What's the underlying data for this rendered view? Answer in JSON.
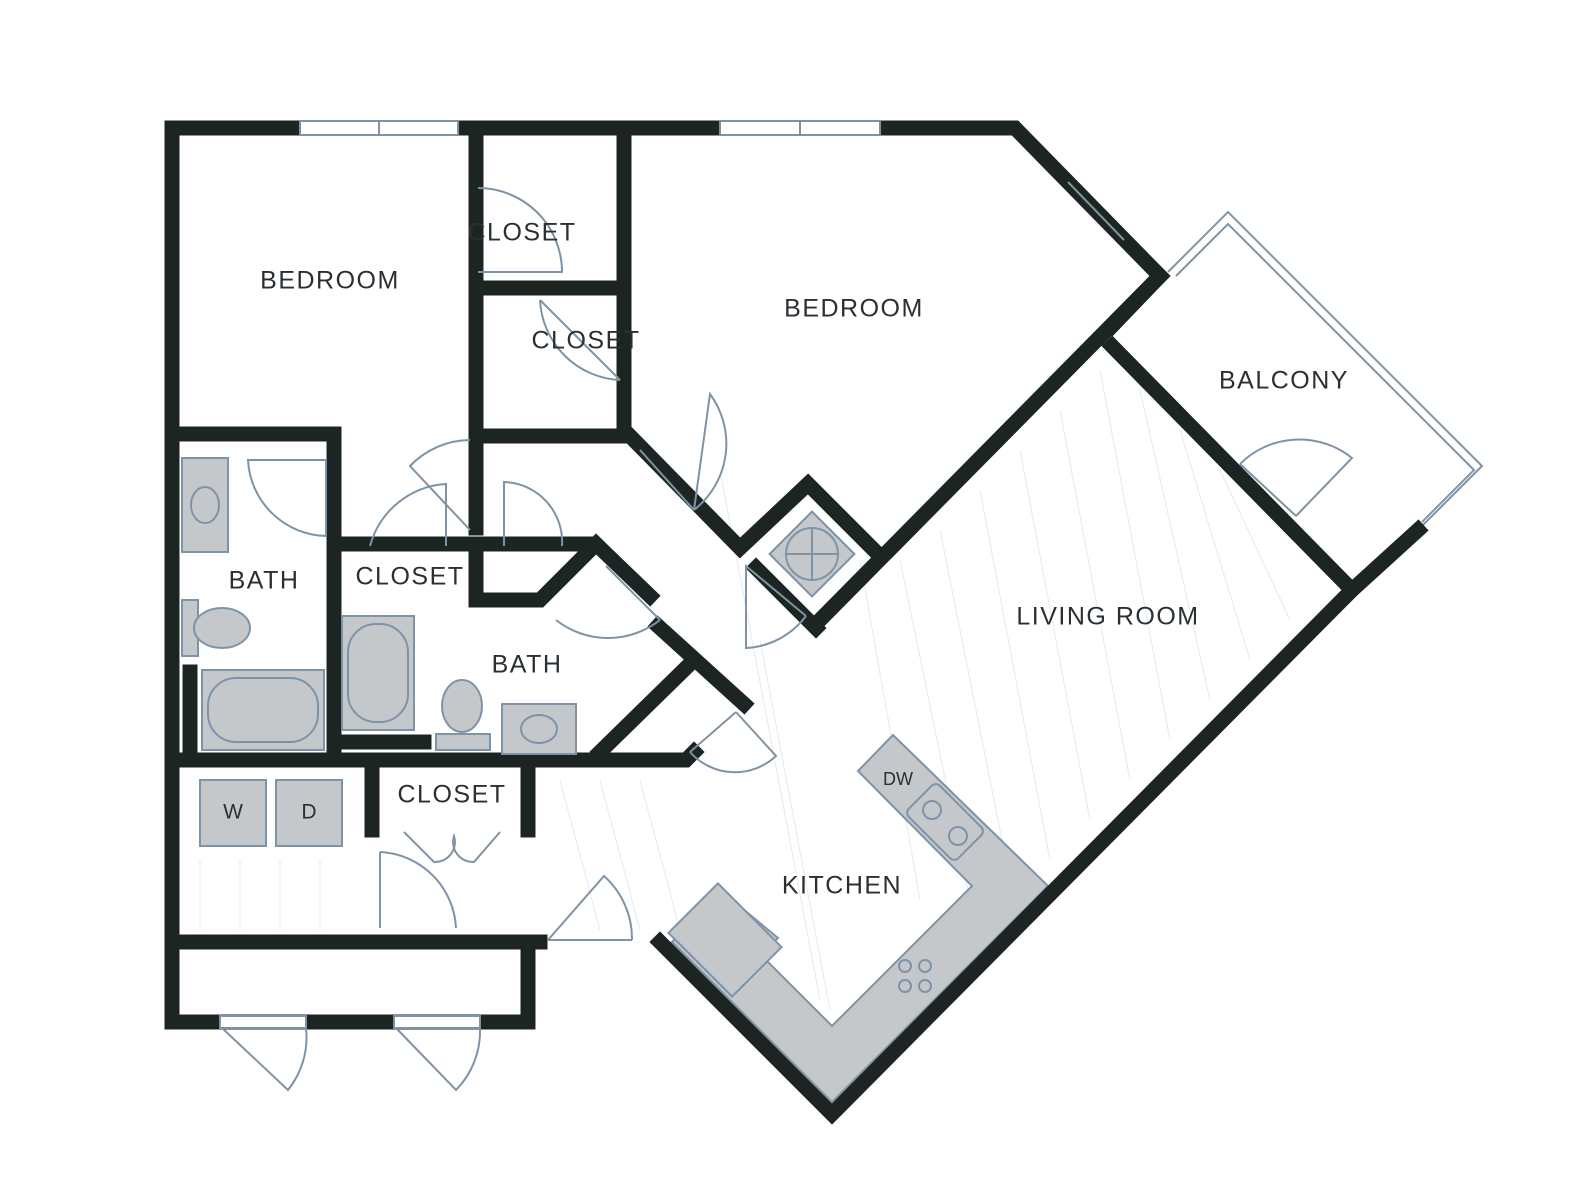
{
  "rooms": {
    "bedroom_left": "BEDROOM",
    "bedroom_right": "BEDROOM",
    "closet_top": "CLOSET",
    "closet_mid": "CLOSET",
    "closet_hall": "CLOSET",
    "closet_bottom": "CLOSET",
    "bath_left": "BATH",
    "bath_center": "BATH",
    "balcony": "BALCONY",
    "living_room": "LIVING ROOM",
    "kitchen": "KITCHEN"
  },
  "appliances": {
    "washer": "W",
    "dryer": "D",
    "dishwasher": "DW"
  },
  "colors": {
    "wall": "#1d2523",
    "line": "#7f93a7",
    "fixture": "#c5c8cb"
  }
}
